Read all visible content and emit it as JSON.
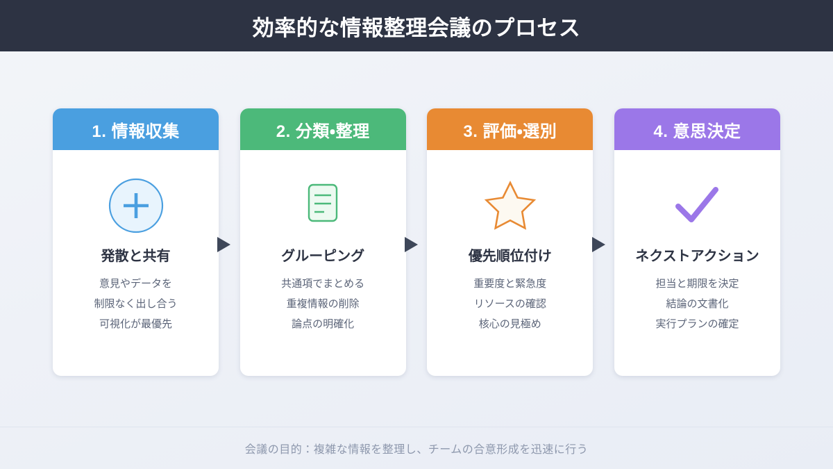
{
  "header": {
    "title": "効率的な情報整理会議のプロセス",
    "background_color": "#2D3343",
    "text_color": "#FFFFFF"
  },
  "page": {
    "background_color": "#F1F3F8",
    "arrow_color": "#3E4759"
  },
  "steps": [
    {
      "header_label": "1. 情報収集",
      "accent_color": "#4A9FE0",
      "icon": "plus-circle-icon",
      "icon_fill": "#E8F4FD",
      "title": "発散と共有",
      "lines": [
        "意見やデータを",
        "制限なく出し合う",
        "可視化が最優先"
      ]
    },
    {
      "header_label": "2. 分類・整理",
      "accent_color": "#4CB97A",
      "icon": "document-lines-icon",
      "icon_fill": "#EDFAF1",
      "title": "グルーピング",
      "lines": [
        "共通項でまとめる",
        "重複情報の削除",
        "論点の明確化"
      ]
    },
    {
      "header_label": "3. 評価・選別",
      "accent_color": "#E88A33",
      "icon": "star-icon",
      "icon_fill": "#FDF9F1",
      "title": "優先順位付け",
      "lines": [
        "重要度と緊急度",
        "リソースの確認",
        "核心の見極め"
      ]
    },
    {
      "header_label": "4. 意思決定",
      "accent_color": "#9B77E8",
      "icon": "check-icon",
      "icon_fill": "#FFFFFF",
      "title": "ネクストアクション",
      "lines": [
        "担当と期限を決定",
        "結論の文書化",
        "実行プランの確定"
      ]
    }
  ],
  "arrows": [
    "arrow-right-icon",
    "arrow-right-icon",
    "arrow-right-icon"
  ],
  "footer": {
    "text": "会議の目的：複雑な情報を整理し、チームの合意形成を迅速に行う",
    "text_color": "#8E98AD"
  }
}
